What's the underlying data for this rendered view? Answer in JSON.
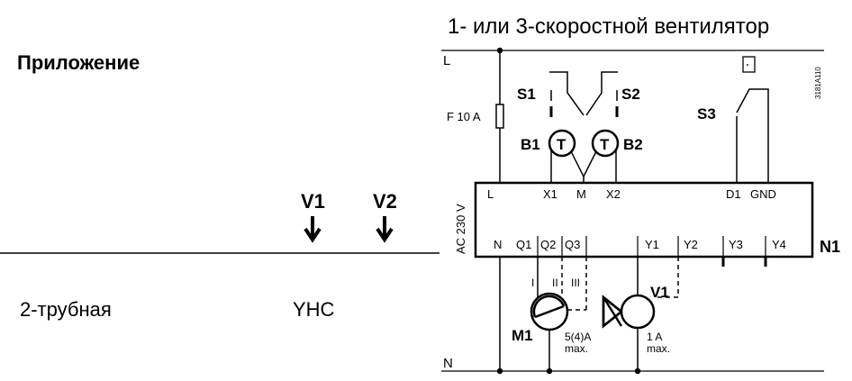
{
  "left_panel": {
    "heading": "Приложение",
    "col_v1": "V1",
    "col_v2": "V2",
    "row_label": "2-трубная",
    "row_value": "YHC"
  },
  "diagram": {
    "title": "1- или 3-скоростной вентилятор",
    "rail_top": "L",
    "rail_bottom": "N",
    "fuse": "F 10 A",
    "supply": "AC 230 V",
    "doc_code": "3181A110",
    "controller": "N1",
    "switches": {
      "s1": "S1",
      "s2": "S2",
      "s3": "S3"
    },
    "sensors": {
      "b1": "B1",
      "b2": "B2",
      "symbol": "T"
    },
    "terminals_top": {
      "l": "L",
      "x1": "X1",
      "m": "M",
      "x2": "X2",
      "d1": "D1",
      "gnd": "GND"
    },
    "terminals_bottom": {
      "n": "N",
      "q1": "Q1",
      "q2": "Q2",
      "q3": "Q3",
      "y1": "Y1",
      "y2": "Y2",
      "y3": "Y3",
      "y4": "Y4"
    },
    "speeds": {
      "i": "I",
      "ii": "II",
      "iii": "III"
    },
    "motor": {
      "name": "M1",
      "rating": "5(4)A",
      "rating_note": "max."
    },
    "valve": {
      "name": "V1",
      "rating": "1 A",
      "rating_note": "max."
    }
  }
}
